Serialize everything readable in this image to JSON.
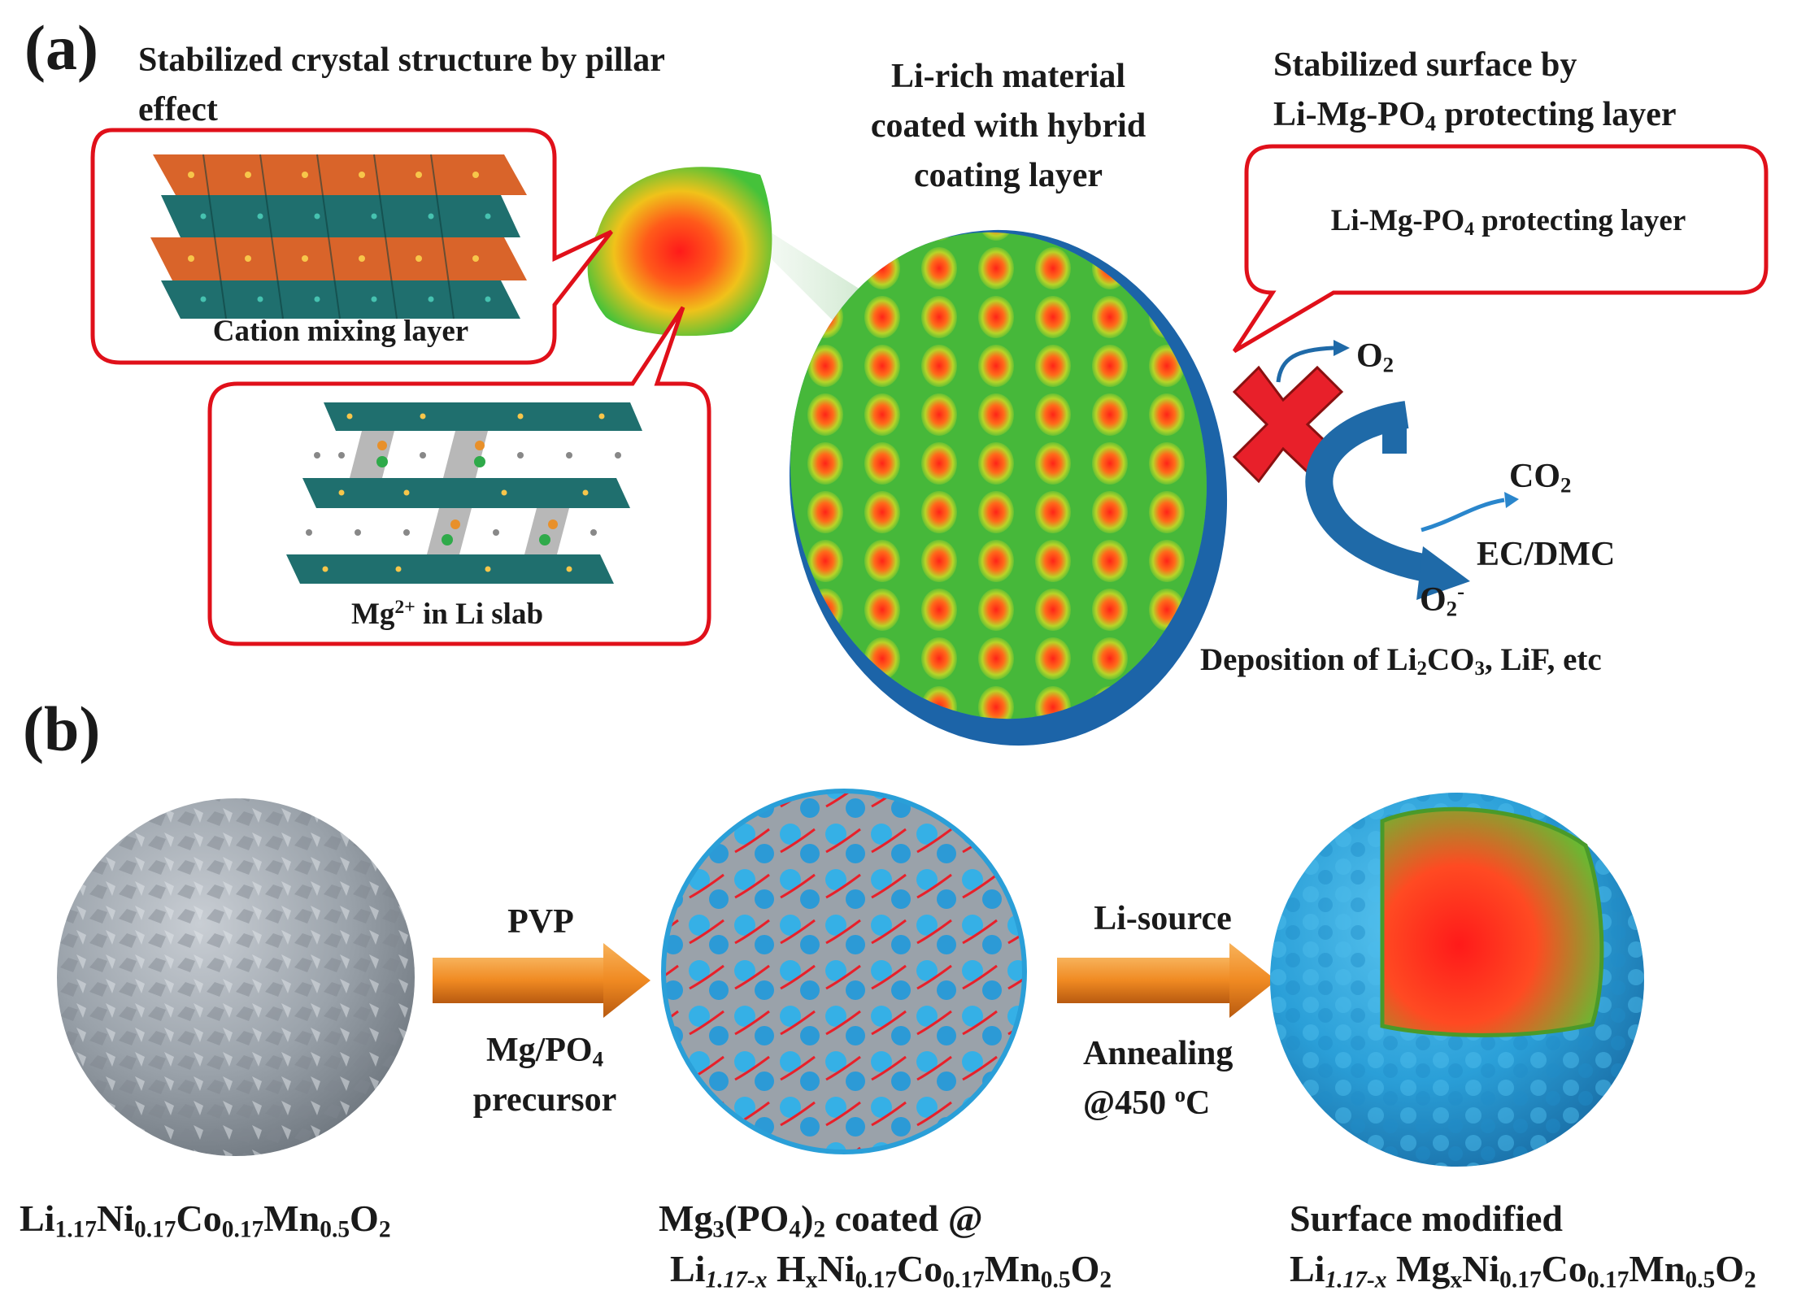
{
  "panel_a": {
    "label": "(a)",
    "pillar_caption": "Stabilized crystal structure by pillar effect",
    "cation_layer_label": "Cation mixing layer",
    "mg_slab_label": [
      "Mg",
      "2+",
      " in Li slab"
    ],
    "center_caption": [
      "Li-rich material",
      "coated with hybrid",
      "coating layer"
    ],
    "surface_caption_line1": "Stabilized surface by",
    "surface_caption_line2": [
      "Li-Mg-PO",
      "4",
      " protecting layer"
    ],
    "protect_label": [
      "Li-Mg-PO",
      "4",
      " protecting layer"
    ],
    "o2": [
      "O",
      "2"
    ],
    "co2": [
      "CO",
      "2"
    ],
    "o2_minus": [
      "O",
      "2",
      "-"
    ],
    "electrolyte": "EC/DMC",
    "deposition": [
      "Deposition of Li",
      "2",
      "CO",
      "3",
      ", LiF, etc"
    ]
  },
  "panel_b": {
    "label": "(b)",
    "step1_top": "PVP",
    "step1_bottom": [
      "Mg/PO",
      "4"
    ],
    "step1_bottom_line2": "precursor",
    "step2_top": "Li-source",
    "step2_bottom": "Annealing",
    "step2_bottom_line2": [
      "@450 ",
      "o",
      "C"
    ],
    "sphere1_formula": [
      "Li",
      "1.17",
      "Ni",
      "0.17",
      "Co",
      "0.17",
      "Mn",
      "0.5",
      "O",
      "2"
    ],
    "sphere2_line1": [
      "Mg",
      "3",
      "(PO",
      "4",
      ")",
      "2",
      " coated @"
    ],
    "sphere2_line2": [
      "Li",
      "1.17-x",
      " H",
      "x",
      "Ni",
      "0.17",
      "Co",
      "0.17",
      "Mn",
      "0.5",
      "O",
      "2"
    ],
    "sphere3_line1": "Surface modified",
    "sphere3_line2": [
      "Li",
      "1.17-x",
      " Mg",
      "x",
      "Ni",
      "0.17",
      "Co",
      "0.17",
      "Mn",
      "0.5",
      "O",
      "2"
    ]
  },
  "colors": {
    "bubble_border": "#e0101a",
    "arrow_orange": "#f08a22",
    "sphere_blue": "#2ea6dc",
    "shell_blue": "#1c64a8",
    "crystal_teal": "#1f6f6e",
    "crystal_orange": "#d9642a",
    "particle_green": "#4cc23a",
    "particle_red": "#ff2a1a",
    "cross_red": "#e8202a",
    "flow_blue": "#1f6aa8"
  }
}
